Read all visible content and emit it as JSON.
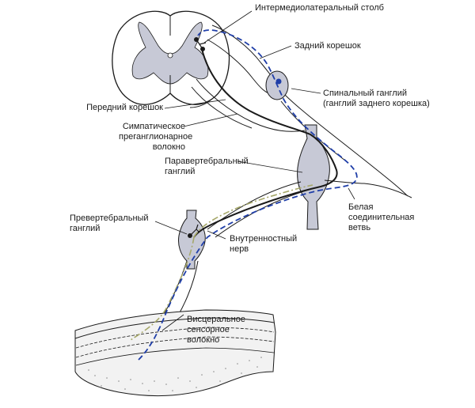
{
  "labels": {
    "intermediolateral": "Интермедиолатеральный столб",
    "dorsal_root": "Задний корешок",
    "spinal_ganglion": [
      "Спинальный ганглий",
      "(ганглий заднего корешка)"
    ],
    "ventral_root": "Передний корешок",
    "preganglionic": [
      "Симпатическое",
      "преганглионарное",
      "волокно"
    ],
    "paravertebral": [
      "Паравертебральный",
      "ганглий"
    ],
    "white_ramus": [
      "Белая",
      "соединительная",
      "ветвь"
    ],
    "prevertebral": [
      "Превертебральный",
      "ганглий"
    ],
    "visceral_nerve": [
      "Внутренностный",
      "нерв"
    ],
    "visceral_sensory": [
      "Висцеральное",
      "сенсорное",
      "волокно"
    ]
  },
  "colors": {
    "outline": "#1a1a1a",
    "gray_matter": "#c7c9d6",
    "ganglion_fill": "#c7c9d6",
    "sensory_fiber": "#1f3ea8",
    "preganglionic_fiber": "#1a1a1a",
    "postganglionic_fiber": "#a6a86a"
  }
}
